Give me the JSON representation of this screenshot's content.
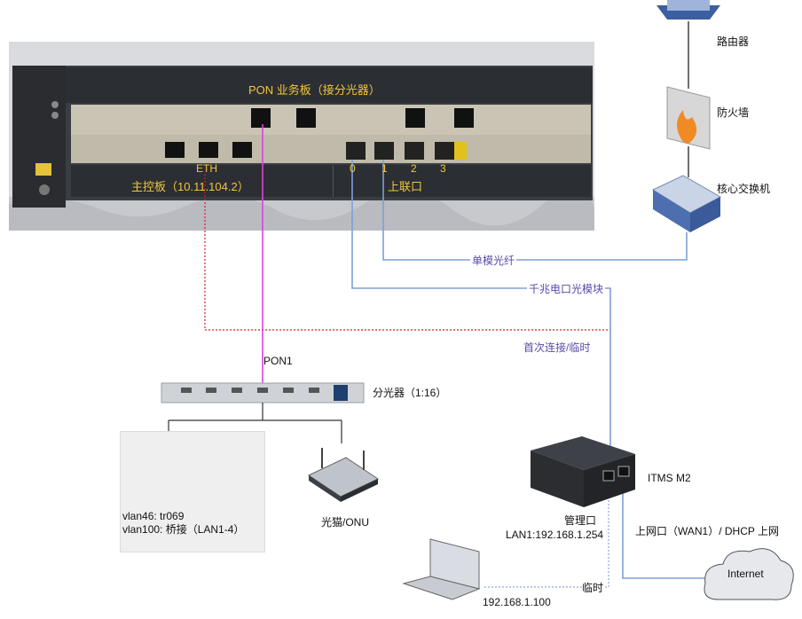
{
  "olt": {
    "pon_board": "PON 业务板（接分光器）",
    "eth": "ETH",
    "main_board": "主控板（10.11.104.2）",
    "uplink": "上联口",
    "ports": [
      "0",
      "1",
      "2",
      "3"
    ]
  },
  "devices": {
    "router": "路由器",
    "firewall": "防火墙",
    "core_switch": "核心交换机",
    "splitter": "分光器（1:16）",
    "onu_left_line1": "vlan46: tr069",
    "onu_left_line2": "vlan100: 桥接（LAN1-4）",
    "onu_right": "光猫/ONU",
    "itms": "ITMS M2",
    "internet": "Internet"
  },
  "links": {
    "single_mode": "单模光纤",
    "gigabit": "千兆电口光模块",
    "first_connect": "首次连接/临时",
    "pon1": "PON1",
    "mgmt_port": "管理口",
    "lan1": "LAN1:192.168.1.254",
    "wan": "上网口（WAN1）/ DHCP 上网",
    "temp": "临时",
    "laptop_ip": "192.168.1.100"
  },
  "colors": {
    "fiber_blue": "#7f9fd6",
    "pon_pink": "#e040e0",
    "eth_red": "#d42020",
    "temp_blue": "#8aa8e0",
    "label_purple": "#5a4aa8",
    "olt_label": "#f3c53c"
  }
}
